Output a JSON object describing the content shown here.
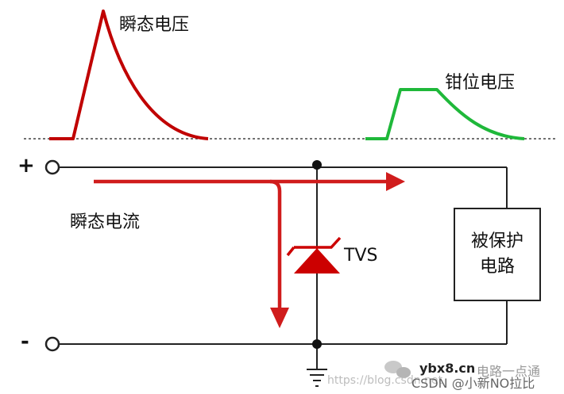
{
  "labels": {
    "transient_voltage": "瞬态电压",
    "clamp_voltage": "钳位电压",
    "transient_current": "瞬态电流",
    "tvs": "TVS",
    "plus": "+",
    "minus": "-",
    "protected_line1": "被保护",
    "protected_line2": "电路"
  },
  "watermarks": {
    "brand": "电路一点通",
    "site": "ybx8.cn",
    "csdn": "CSDN @小新NO拉比",
    "blog": "https://blog.csdn.net"
  },
  "colors": {
    "wire": "#222222",
    "spike": "#c00000",
    "clamp": "#1fb83a",
    "current_arrow": "#d01c1c",
    "tvs": "#cc0000"
  }
}
